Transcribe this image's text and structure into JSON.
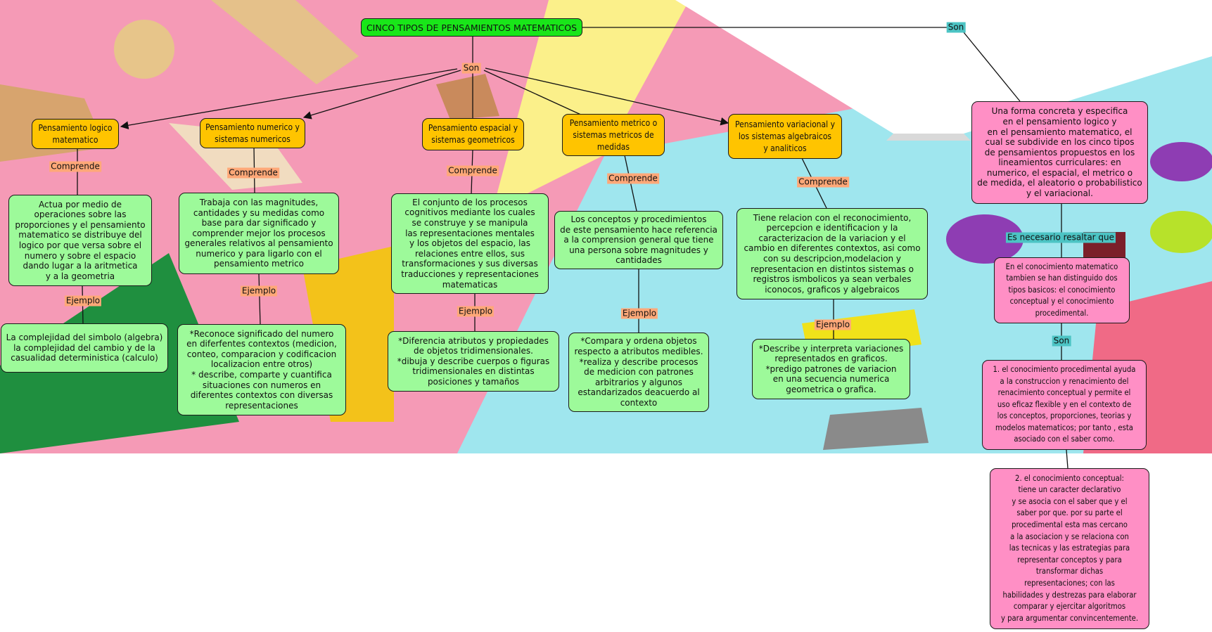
{
  "title": "CINCO TIPOS DE PENSAMIENTOS MATEMATICOS",
  "colors": {
    "root": "#19e619",
    "category": "#ffc400",
    "content": "#9dfa9a",
    "side": "#ff8fc5",
    "label_orange": "#ffa878",
    "label_teal": "#4cc4c4"
  },
  "links": {
    "son_main": "Son",
    "son_right": "Son",
    "es_necesario": "Es necesario resaltar que",
    "son_lower": "Son",
    "comprende": "Comprende",
    "ejemplo": "Ejemplo"
  },
  "categories": [
    {
      "name": "Pensamiento logico\nmatematico",
      "comprende_label": "Comprende",
      "description": "Actua por medio de\noperaciones sobre las\nproporciones y el pensamiento\nmatematico se distribuye del\nlogico por que versa  sobre  el\nnumero y sobre el espacio\ndando lugar a la aritmetica\ny a la geometria",
      "ejemplo_label": "Ejemplo",
      "example": "La complejidad del simbolo (algebra)\nla complejidad del cambio y de la\ncasualidad  deterministica (calculo)"
    },
    {
      "name": "Pensamiento numerico y\nsistemas numericos",
      "comprende_label": "Comprende",
      "description": "Trabaja con las magnitudes,\ncantidades y su medidas como\nbase para dar significado y\ncomprender mejor los procesos\ngenerales relativos al pensamiento\nnumerico y  para ligarlo con el\npensamiento metrico",
      "ejemplo_label": "Ejemplo",
      "example": "*Reconoce significado del numero\nen diferfentes contextos (medicion,\nconteo, comparacion y codificacion\nlocalizacion entre otros)\n* describe, comparte y cuantifica\nsituaciones con numeros en\ndiferentes contextos  con diversas\nrepresentaciones"
    },
    {
      "name": "Pensamiento espacial y\nsistemas geometricos",
      "comprende_label": "Comprende",
      "description": "El conjunto de los procesos\ncognitivos mediante los cuales\nse construye y se manipula\nlas representaciones mentales\ny los objetos del espacio, las\nrelaciones entre ellos, sus\ntransformaciones y sus diversas\ntraducciones  y representaciones\nmatematicas",
      "ejemplo_label": "Ejemplo",
      "example": "*Diferencia atributos y propiedades\nde objetos tridimensionales.\n*dibuja  y describe  cuerpos o figuras\ntridimensionales en distintas\nposiciones y tamaños"
    },
    {
      "name": "Pensamiento metrico o\nsistemas metricos de\nmedidas",
      "comprende_label": "Comprende",
      "description": "Los conceptos y procedimientos\nde este pensamiento hace referencia\na la comprension general que tiene\nuna persona sobre magnitudes y\ncantidades",
      "ejemplo_label": "Ejemplo",
      "example": "*Compara  y ordena objetos\nrespecto a atributos medibles.\n*realiza y describe procesos\nde medicion con patrones\narbitrarios y algunos\nestandarizados deacuerdo al\ncontexto"
    },
    {
      "name": "Pensamiento variacional y\nlos sistemas algebraicos\ny analiticos",
      "comprende_label": "Comprende",
      "description": "Tiene relacion con el reconocimiento,\npercepcion e identificacion y la\ncaracterizacion de la variacion y el\ncambio en diferentes contextos,  asi como\ncon su descripcion,modelacion y\nrepresentacion  en distintos sistemas o\nregistros ismbolicos ya sean verbales\niconocos, graficos y algebraicos",
      "ejemplo_label": "Ejemplo",
      "example": "*Describe y interpreta variaciones\nrepresentados en graficos.\n*predigo patrones de variacion\nen una secuencia numerica\ngeometrica o grafica."
    }
  ],
  "side_branch": {
    "definition": "Una forma concreta y especifica\nen el pensamiento logico y\nen el pensamiento matematico, el\ncual se subdivide en los cinco tipos\nde pensamientos propuestos en los\nlineamientos curriculares: en\nnumerico, el espacial, el metrico o\nde medida, el aleatorio o probabilistico\ny el variacional.",
    "knowledge_types": "En el conocimiento matematico\ntambien se han distinguido  dos\ntipos basicos: el conocimiento\nconceptual y el conocimiento\nprocedimental.",
    "procedural": "1. el conocimiento procedimental ayuda\na la construccion y renacimiento del\nrenacimiento conceptual y permite el\nuso eficaz flexible y en el contexto de\nlos conceptos, proporciones, teorias y\nmodelos matematicos; por tanto , esta\nasociado con el saber  como.",
    "conceptual": "2. el conocimiento conceptual:\ntiene un caracter  declarativo\ny se asocia con el saber que y el\nsaber por que. por su parte el\nprocedimental esta mas cercano\na la asociacion y se relaciona con\nlas tecnicas y las estrategias para\nrepresentar conceptos y para\ntransformar dichas\nrepresentaciones; con las\nhabilidades y destrezas para elaborar\ncomparar y ejercitar algoritmos\ny para argumentar convincentemente."
  }
}
